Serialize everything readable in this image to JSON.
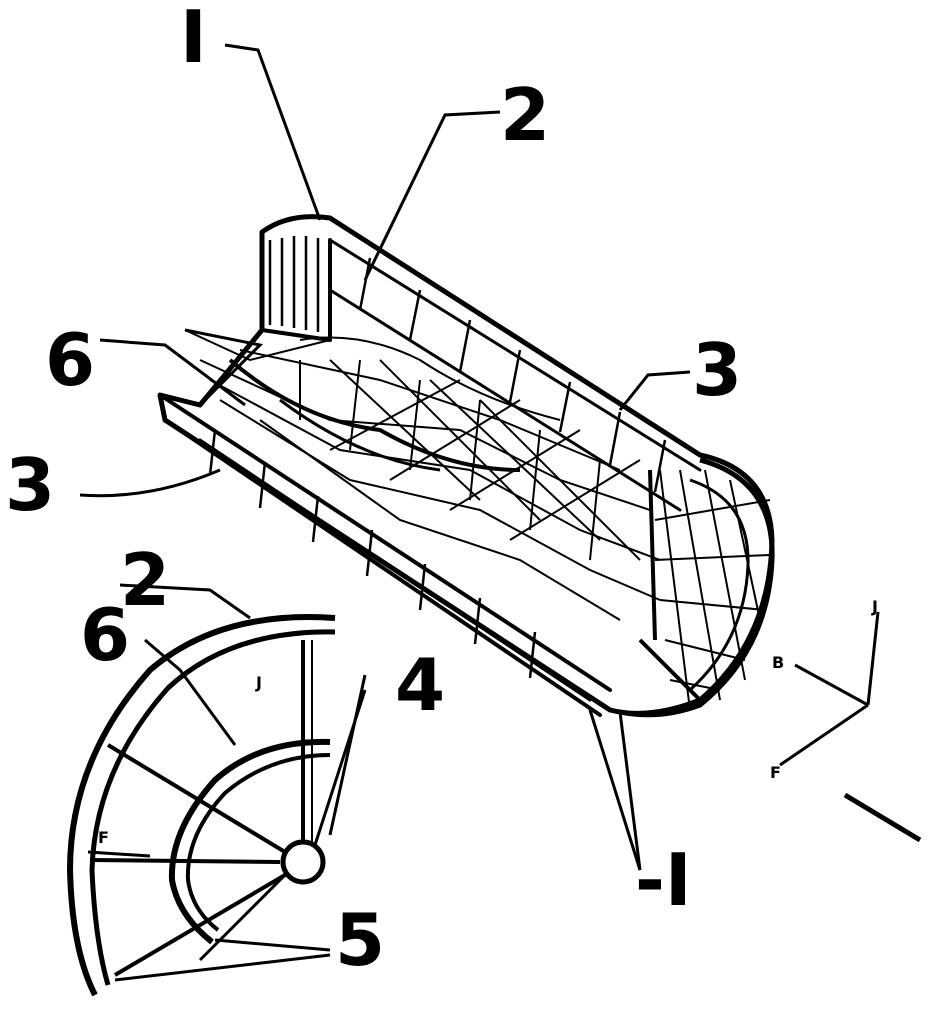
{
  "labels": {
    "top_roman": "I",
    "top_two": "2",
    "left_six": "6",
    "right_three": "3",
    "left_three": "3",
    "sector_two": "2",
    "sector_six": "6",
    "sector_four": "4",
    "sector_five": "5",
    "bottom_roman": "-I"
  },
  "small_marks": {
    "sector_j": "J",
    "sector_f": "F",
    "axes_j": "J",
    "axes_b": "B",
    "axes_f": "F"
  },
  "colors": {
    "ink": "#000000",
    "paper": "#ffffff"
  }
}
